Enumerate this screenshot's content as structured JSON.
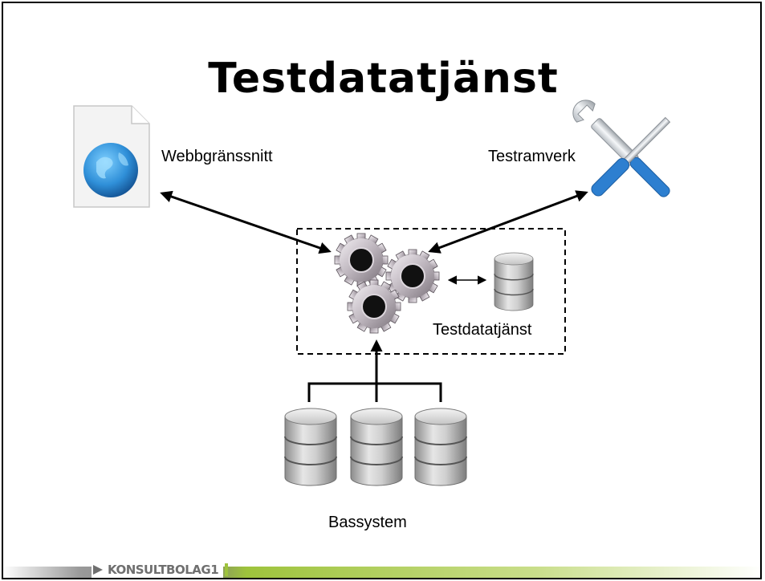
{
  "title": "Testdatatjänst",
  "labels": {
    "web": "Webbgränssnitt",
    "framework": "Testramverk",
    "service": "Testdatatjänst",
    "base": "Bassystem"
  },
  "icons": {
    "web": "web-document-globe-icon",
    "framework": "wrench-screwdriver-icon",
    "service": "gears-icon",
    "database": "database-icon"
  },
  "footer": {
    "brand": "KONSULTBOLAG1"
  },
  "colors": {
    "globe": "#2f8fd8",
    "footer_green": "#9ec33c",
    "footer_gray": "#7a7a7a"
  }
}
